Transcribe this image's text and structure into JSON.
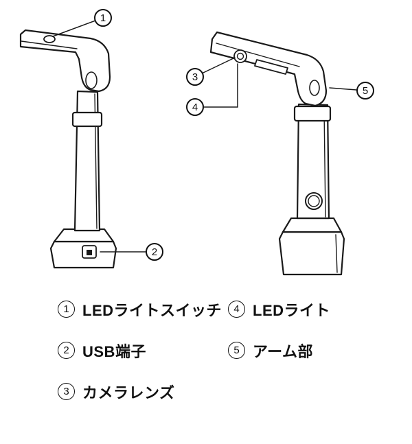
{
  "callouts": [
    {
      "digit": "1",
      "label": "LEDライトスイッチ"
    },
    {
      "digit": "2",
      "label": "USB端子"
    },
    {
      "digit": "3",
      "label": "カメラレンズ"
    },
    {
      "digit": "4",
      "label": "LEDライト"
    },
    {
      "digit": "5",
      "label": "アーム部"
    }
  ]
}
